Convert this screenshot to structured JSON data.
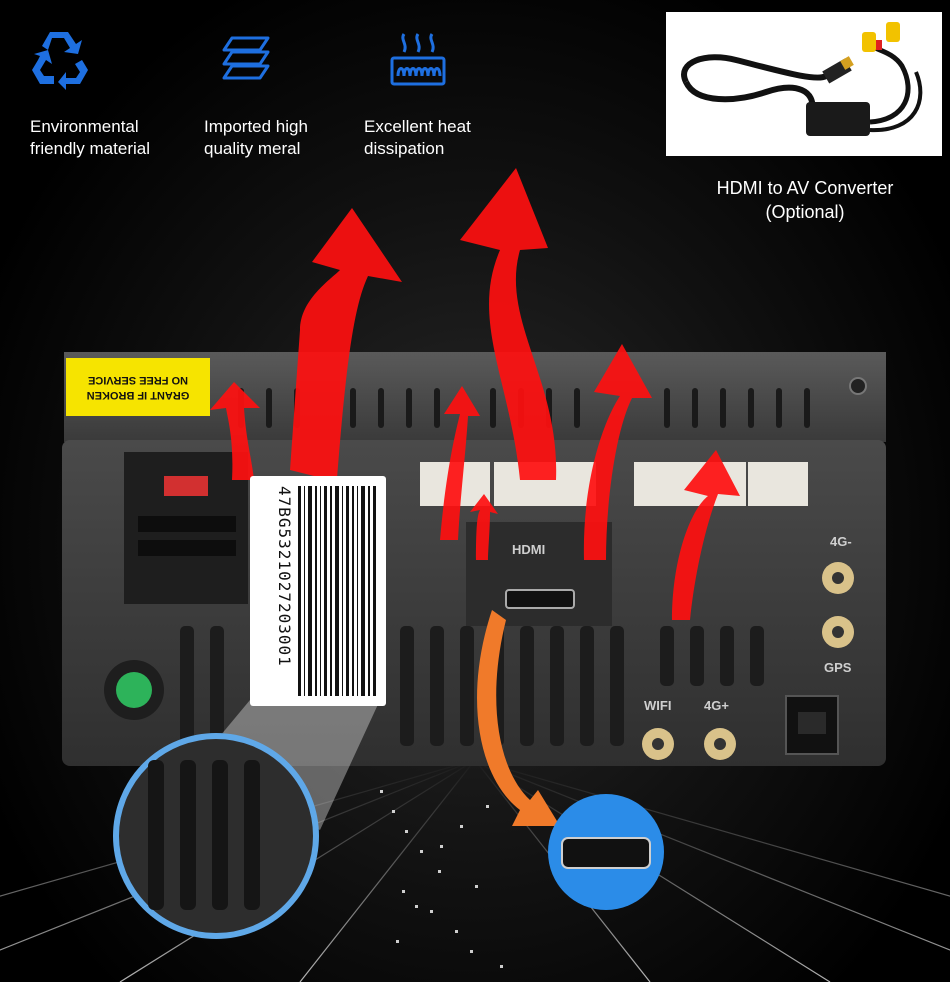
{
  "features": [
    {
      "icon": "recycle-icon",
      "text": "Environmental\nfriendly material"
    },
    {
      "icon": "layers-icon",
      "text": "Imported high\nquality meral"
    },
    {
      "icon": "heat-dissipation-icon",
      "text": "Excellent heat\ndissipation"
    }
  ],
  "converter": {
    "caption": "HDMI to AV Converter\n(Optional)"
  },
  "warning_sticker": {
    "line1": "GRANT IF BROKEN",
    "line2": "NO FREE SERVICE"
  },
  "barcode_number": "47BG5321027203001",
  "ports": {
    "hdmi": "HDMI",
    "antenna_top": "4G-",
    "gps": "GPS",
    "wifi": "WIFI",
    "antenna_bottom": "4G+"
  },
  "colors": {
    "heat_arrow": "#ff1010",
    "hdmi_arrow": "#f07a2a",
    "zoom_ring": "#5fa8e8",
    "sticker": "#f6e400"
  }
}
